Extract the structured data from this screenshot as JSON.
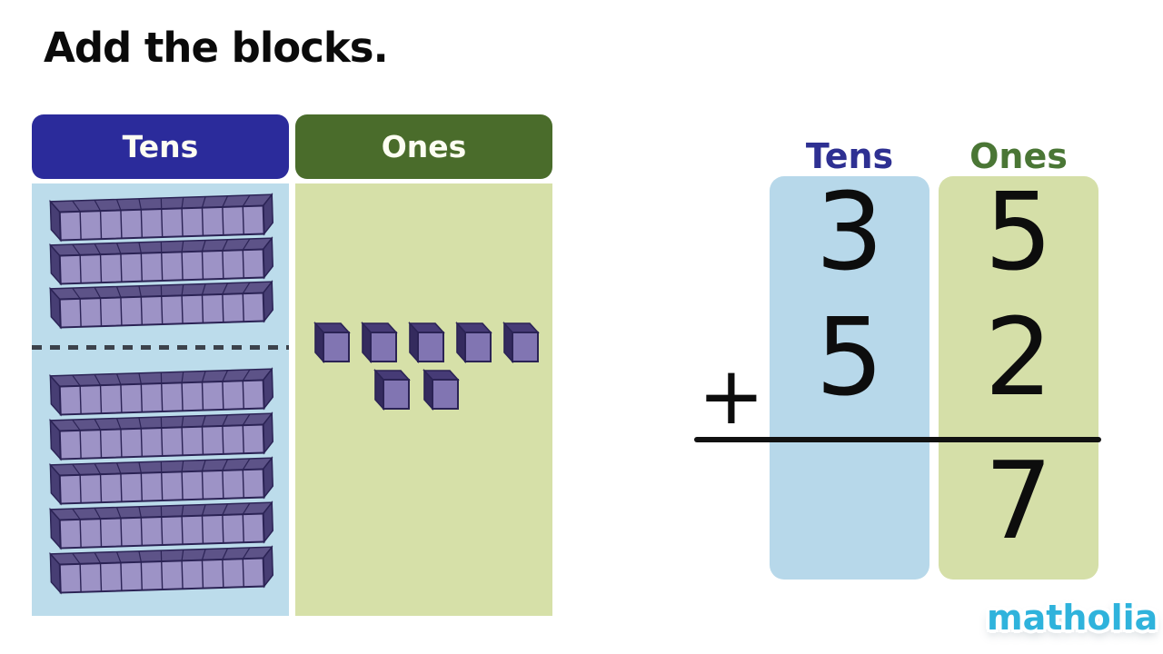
{
  "title": "Add the blocks.",
  "chart": {
    "tens_header": "Tens",
    "ones_header": "Ones",
    "tens_rods_above_line": 3,
    "tens_rods_below_line": 5,
    "tens_rods_total": 8,
    "ones_cubes_row1": 5,
    "ones_cubes_row2": 2,
    "ones_cubes_total": 7
  },
  "addition": {
    "tens_label": "Tens",
    "ones_label": "Ones",
    "operator": "+",
    "rows": [
      {
        "tens": "3",
        "ones": "5"
      },
      {
        "tens": "5",
        "ones": "2"
      }
    ],
    "answer": {
      "tens": "",
      "ones": "7"
    }
  },
  "logo_text": "matholia",
  "colors": {
    "tens_header_bg": "#2b2b9b",
    "ones_header_bg": "#4a6c2b",
    "tens_column_bg": "#bcdceb",
    "ones_column_bg": "#d6e0a8",
    "tens_strip_bg": "#b7d8ea",
    "ones_strip_bg": "#d5dfa8",
    "tens_label_color": "#2e3092",
    "ones_label_color": "#4a7635",
    "rod_front": "#9d93c6",
    "rod_top": "#5d5388",
    "rod_side": "#473e74",
    "cube_front": "#8175b2",
    "cube_top": "#463b76",
    "cube_side": "#342b5e",
    "block_outline": "#2b2355",
    "dash_color": "#3c424b",
    "digit_color": "#0d0d0d",
    "logo_color": "#2fb3dc"
  }
}
